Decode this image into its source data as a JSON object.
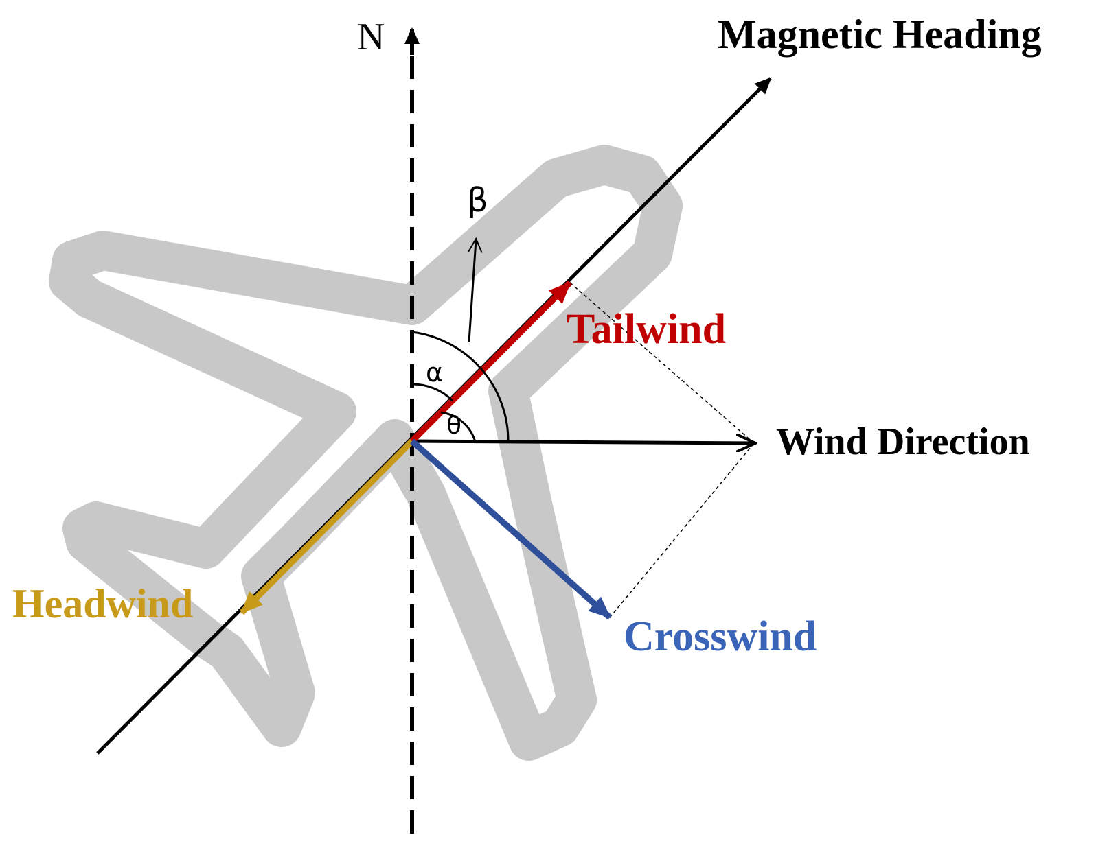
{
  "labels": {
    "north": "N",
    "magnetic_heading": "Magnetic Heading",
    "wind_direction": "Wind Direction",
    "tailwind": "Tailwind",
    "headwind": "Headwind",
    "crosswind": "Crosswind",
    "alpha": "α",
    "theta": "θ",
    "beta": "β"
  },
  "colors": {
    "tailwind": "#c00000",
    "headwind": "#c79a1a",
    "crosswind": "#2f4f9a",
    "airplane_outline": "#c8c8c8",
    "axis": "#000000"
  }
}
